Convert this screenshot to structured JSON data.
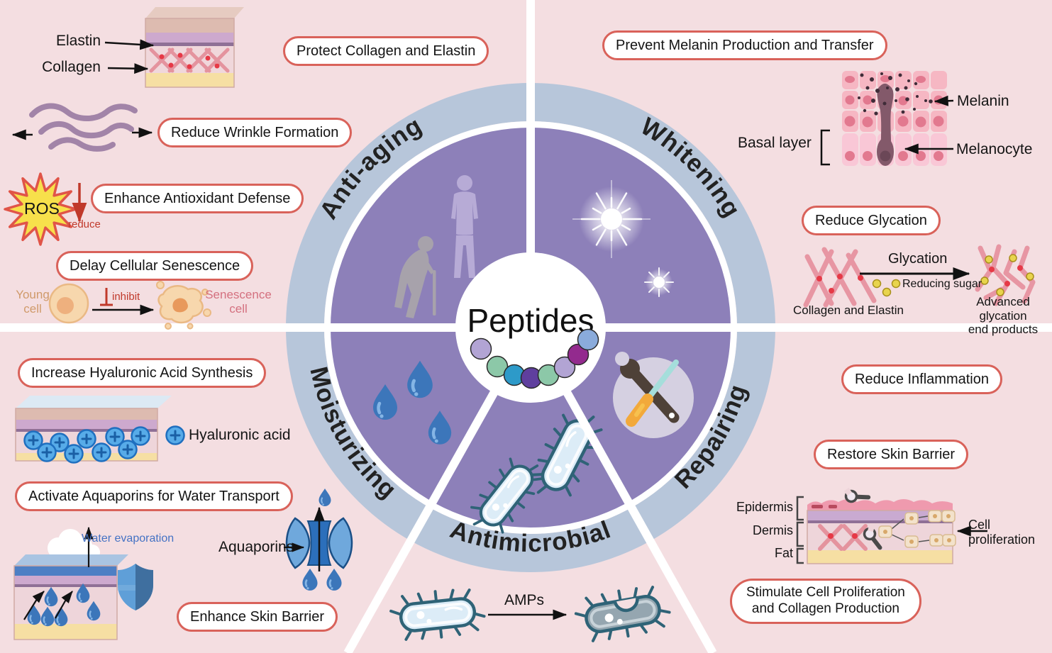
{
  "center": {
    "title": "Peptides",
    "bead_colors": [
      "#b2a4d4",
      "#8cc8a8",
      "#2d9ac9",
      "#5f3f9e",
      "#8cc8a8",
      "#b2a4d4",
      "#932a8e",
      "#8aabdb"
    ]
  },
  "sections": [
    {
      "label": "Anti-aging"
    },
    {
      "label": "Whitening"
    },
    {
      "label": "Moisturizing"
    },
    {
      "label": "Antimicrobial"
    },
    {
      "label": "Repairing"
    }
  ],
  "anti_aging": {
    "pill_protect": "Protect Collagen and Elastin",
    "pill_wrinkle": "Reduce Wrinkle Formation",
    "pill_antioxidant": "Enhance Antioxidant Defense",
    "pill_senescence": "Delay Cellular Senescence",
    "elastin": "Elastin",
    "collagen": "Collagen",
    "ros": "ROS",
    "reduce": "reduce",
    "young_cell": "Young\ncell",
    "inhibit": "inhibit",
    "senescence_cell": "Senescence\ncell"
  },
  "whitening": {
    "pill_melanin": "Prevent Melanin Production and Transfer",
    "melanin": "Melanin",
    "basal_layer": "Basal layer",
    "melanocyte": "Melanocyte",
    "pill_glycation": "Reduce Glycation",
    "glycation_arrow": "Glycation",
    "reducing_sugar": "Reducing sugar",
    "collagen_elastin": "Collagen and Elastin",
    "age_products": "Advanced glycation\nend products"
  },
  "moisturizing": {
    "pill_ha": "Increase Hyaluronic Acid Synthesis",
    "ha_legend": "Hyaluronic acid",
    "pill_aquaporins": "Activate Aquaporins for Water Transport",
    "water_evaporation": "Water evaporation",
    "aquaporins": "Aquaporins",
    "pill_barrier": "Enhance Skin Barrier"
  },
  "antimicrobial": {
    "amps": "AMPs"
  },
  "repairing": {
    "pill_inflammation": "Reduce Inflammation",
    "pill_restore": "Restore Skin Barrier",
    "pill_stimulate": "Stimulate Cell Proliferation\nand Collagen Production",
    "epidermis": "Epidermis",
    "dermis": "Dermis",
    "fat": "Fat",
    "cell_proliferation": "Cell\nproliferation"
  },
  "colors": {
    "background": "#f4dee1",
    "outer_ring": "#b7c6da",
    "inner_circle": "#8d80b9",
    "divider": "#ffffff",
    "pill_border": "#d9625a"
  }
}
